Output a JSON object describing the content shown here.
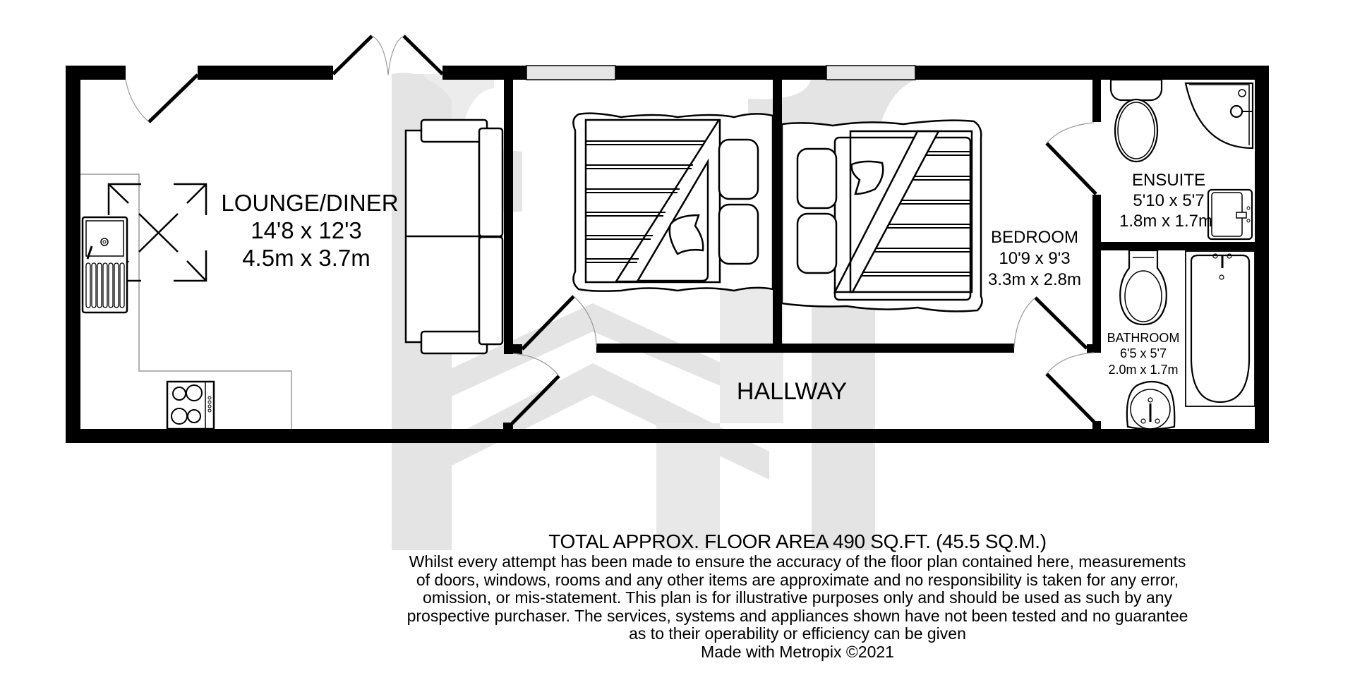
{
  "colors": {
    "wall": "#000000",
    "fixture_line": "#000000",
    "counter_line": "#999999",
    "door_arc": "#999999",
    "window_fill": "#e6e6e6",
    "watermark": "#e4e4e4",
    "background": "#ffffff"
  },
  "rooms": {
    "lounge": {
      "name": "LOUNGE/DINER",
      "imperial": "14'8 x 12'3",
      "metric": "4.5m x 3.7m"
    },
    "bedroom": {
      "name": "BEDROOM",
      "imperial": "10'9 x 9'3",
      "metric": "3.3m x 2.8m"
    },
    "ensuite": {
      "name": "ENSUITE",
      "imperial": "5'10 x 5'7",
      "metric": "1.8m x 1.7m"
    },
    "bathroom": {
      "name": "BATHROOM",
      "imperial": "6'5 x 5'7",
      "metric": "2.0m x 1.7m"
    },
    "hallway": {
      "name": "HALLWAY"
    }
  },
  "fixtures": [
    "sofa",
    "double-bed",
    "double-bed",
    "toilet",
    "corner-shower",
    "basin",
    "toilet",
    "bath",
    "basin",
    "kitchen-sink",
    "hob",
    "skylight"
  ],
  "footer": {
    "total_area": "TOTAL APPROX. FLOOR AREA 490 SQ.FT. (45.5 SQ.M.)",
    "disclaimer_lines": [
      "Whilst every attempt has been made to ensure the accuracy of the floor plan contained here, measurements",
      "of doors, windows, rooms and any other items are approximate and no responsibility is taken for any error,",
      "omission, or mis-statement. This plan is for illustrative purposes only and should be used as such by any",
      "prospective purchaser. The services, systems and appliances shown have not been tested and no guarantee",
      "as to their operability or efficiency can be given"
    ],
    "credit": "Made with Metropix ©2021"
  }
}
